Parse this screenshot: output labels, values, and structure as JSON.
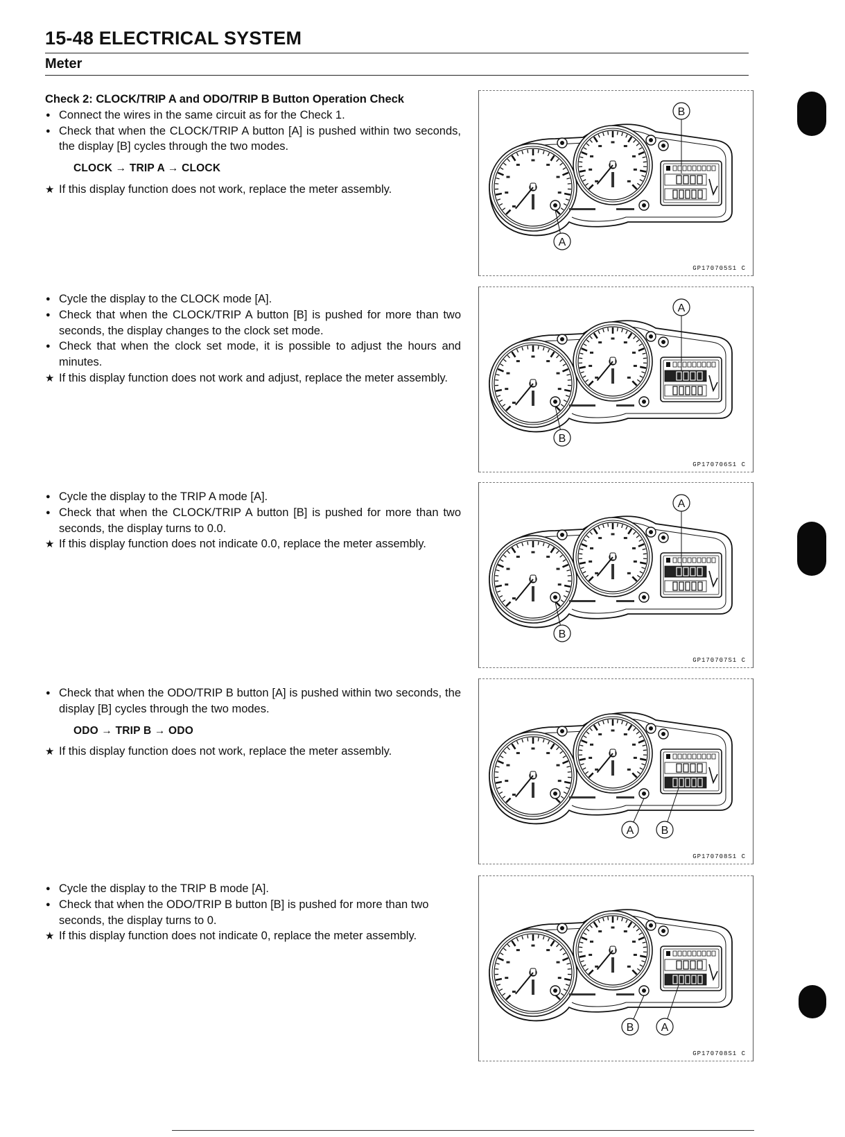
{
  "header": {
    "title": "15-48 ELECTRICAL SYSTEM",
    "subtitle": "Meter"
  },
  "sections": [
    {
      "heading": "Check 2: CLOCK/TRIP A and ODO/TRIP B Button Operation Check",
      "bullets": [
        "Connect the wires in the same circuit as for the Check 1.",
        "Check that when the CLOCK/TRIP A button [A] is pushed within two seconds, the display [B] cycles through the two modes."
      ],
      "sequence": "CLOCK → TRIP A → CLOCK",
      "note": "If this display function does not work, replace the meter assembly."
    },
    {
      "bullets": [
        "Cycle the display to the CLOCK mode [A].",
        "Check that when the CLOCK/TRIP A button [B] is pushed for more than two seconds, the display changes to the clock set mode.",
        "Check that when the clock set mode, it is possible to adjust the hours and minutes."
      ],
      "note": "If this display function does not work and adjust, replace the meter assembly."
    },
    {
      "bullets": [
        "Cycle the display to the TRIP A mode [A].",
        "Check that when the CLOCK/TRIP A button [B] is pushed for more than two seconds, the display turns to 0.0."
      ],
      "note": "If this display function does not indicate 0.0, replace the meter assembly."
    },
    {
      "bullets": [
        "Check that when the ODO/TRIP B button [A] is pushed within two seconds, the display [B] cycles through the two modes."
      ],
      "sequence": "ODO → TRIP B → ODO",
      "note": "If this display function does not work, replace the meter assembly."
    },
    {
      "bullets": [
        "Cycle the display to the TRIP B mode [A].",
        "Check that when the ODO/TRIP B button [B] is pushed for more than two seconds, the display turns to 0."
      ],
      "note": "If this display function does not indicate 0, replace the meter assembly."
    }
  ],
  "figures": [
    {
      "code": "GP170705S1 C",
      "callouts": [
        "B",
        "A"
      ]
    },
    {
      "code": "GP170706S1 C",
      "callouts": [
        "A",
        "B"
      ]
    },
    {
      "code": "GP170707S1 C",
      "callouts": [
        "A",
        "B"
      ]
    },
    {
      "code": "GP170708S1 C",
      "callouts": [
        "A",
        "B"
      ]
    },
    {
      "code": "GP170708S1 C",
      "callouts": [
        "B",
        "A"
      ]
    }
  ]
}
